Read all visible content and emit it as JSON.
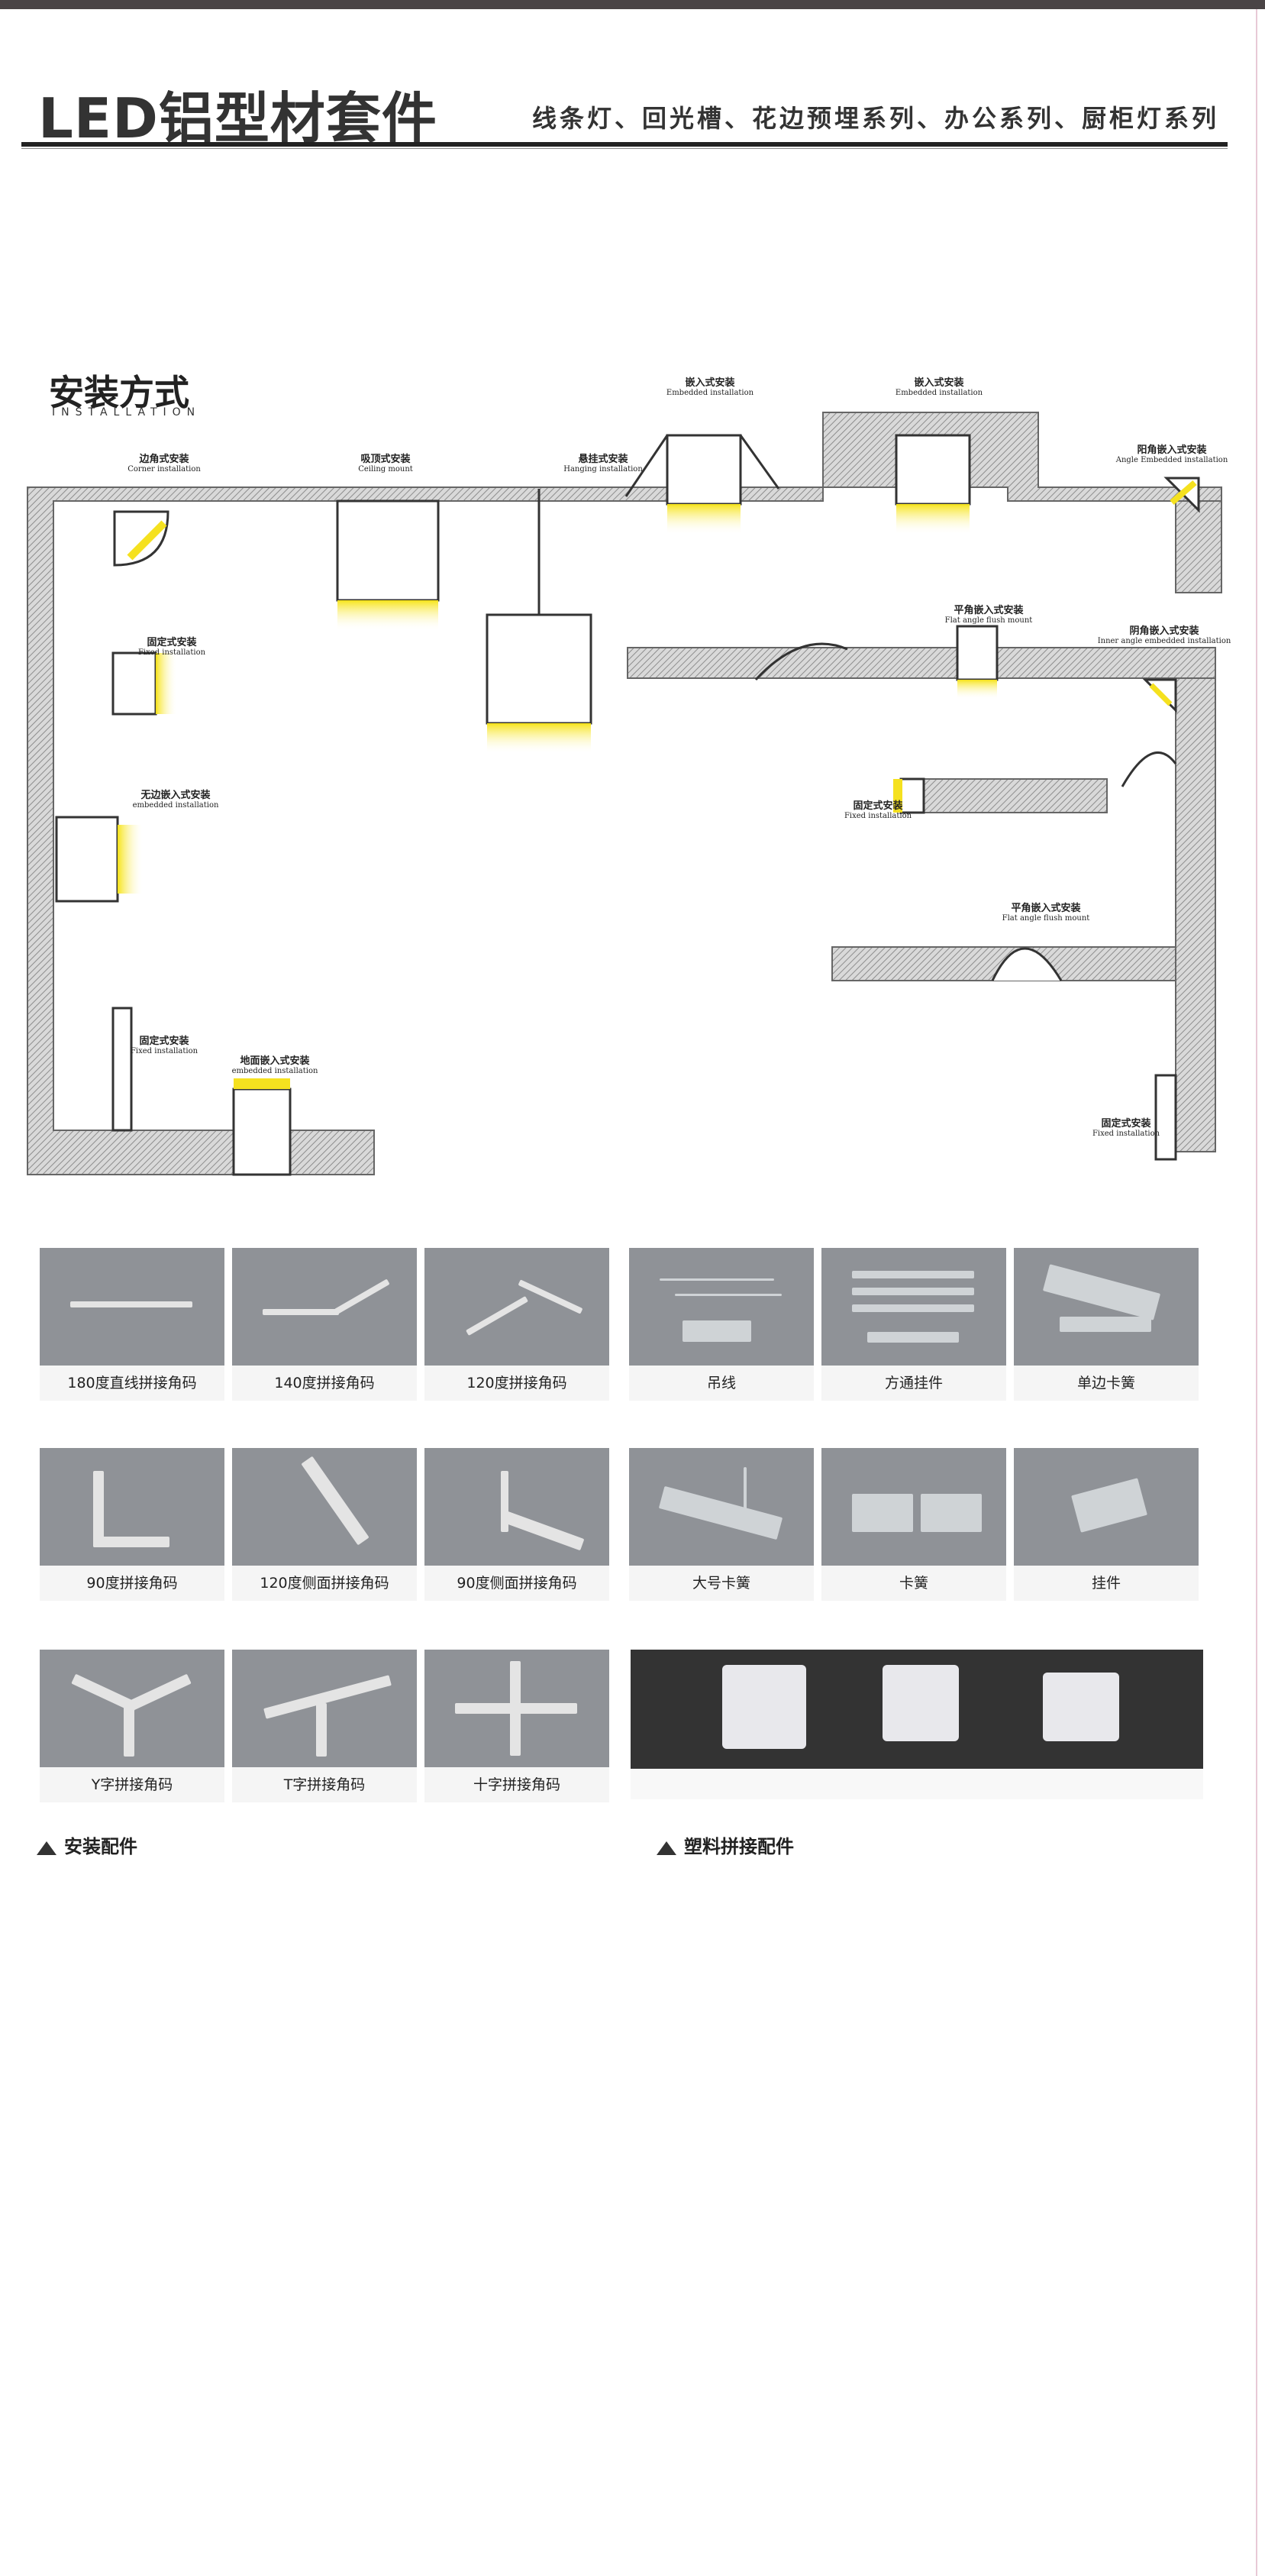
{
  "header": {
    "brand": "LED铝型材套件",
    "series": "线条灯、回光槽、花边预埋系列、办公系列、厨柜灯系列"
  },
  "installation": {
    "title": "安装方式",
    "subtitle": "INSTALLATION",
    "methods": [
      {
        "cn": "边角式安装",
        "en": "Corner installation"
      },
      {
        "cn": "吸顶式安装",
        "en": "Ceiling mount"
      },
      {
        "cn": "悬挂式安装",
        "en": "Hanging installation"
      },
      {
        "cn": "嵌入式安装",
        "en": "Embedded installation"
      },
      {
        "cn": "嵌入式安装",
        "en": "Embedded installation"
      },
      {
        "cn": "阳角嵌入式安装",
        "en": "Angle Embedded installation"
      },
      {
        "cn": "固定式安装",
        "en": "Fixed installation"
      },
      {
        "cn": "平角嵌入式安装",
        "en": "Flat angle flush mount"
      },
      {
        "cn": "阴角嵌入式安装",
        "en": "Inner angle embedded installation"
      },
      {
        "cn": "无边嵌入式安装",
        "en": "embedded installation"
      },
      {
        "cn": "固定式安装",
        "en": "Fixed installation"
      },
      {
        "cn": "平角嵌入式安装",
        "en": "Flat angle flush mount"
      },
      {
        "cn": "固定式安装",
        "en": "Fixed installation"
      },
      {
        "cn": "地面嵌入式安装",
        "en": "embedded installation"
      },
      {
        "cn": "固定式安装",
        "en": "Fixed installation"
      }
    ]
  },
  "accessories": [
    {
      "label": "180度直线拼接角码",
      "icon": "straight-plate-icon"
    },
    {
      "label": "140度拼接角码",
      "icon": "bent-plate-icon"
    },
    {
      "label": "120度拼接角码",
      "icon": "angle-plate-icon"
    },
    {
      "label": "吊线",
      "icon": "hanging-wire-icon"
    },
    {
      "label": "方通挂件",
      "icon": "hanger-set-icon"
    },
    {
      "label": "单边卡簧",
      "icon": "spring-clip-icon"
    },
    {
      "label": "90度拼接角码",
      "icon": "l-plate-icon"
    },
    {
      "label": "120度侧面拼接角码",
      "icon": "side-plate-icon"
    },
    {
      "label": "90度侧面拼接角码",
      "icon": "side-l-plate-icon"
    },
    {
      "label": "大号卡簧",
      "icon": "large-clip-icon"
    },
    {
      "label": "卡簧",
      "icon": "clip-icon"
    },
    {
      "label": "挂件",
      "icon": "pendant-icon"
    },
    {
      "label": "Y字拼接角码",
      "icon": "y-plate-icon"
    },
    {
      "label": "T字拼接角码",
      "icon": "t-plate-icon"
    },
    {
      "label": "十字拼接角码",
      "icon": "cross-plate-icon"
    }
  ],
  "sections": {
    "install_parts": "安装配件",
    "plastic_parts": "塑料拼接配件"
  },
  "colors": {
    "accent_light": "#f5e11f",
    "wall_hatch": "#9b9b9b",
    "photo_bg": "#8f9297"
  }
}
